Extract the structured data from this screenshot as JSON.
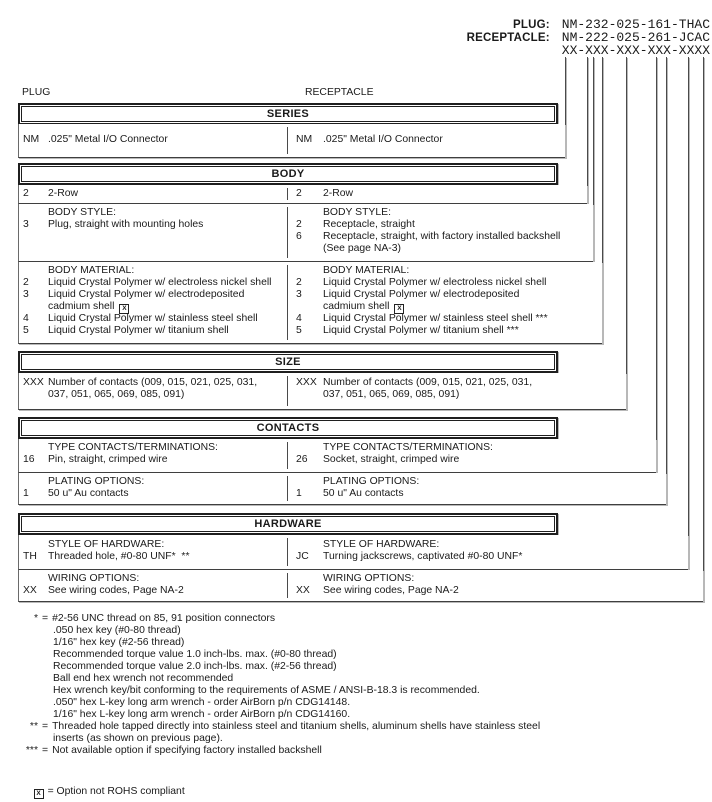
{
  "colors": {
    "ink": "#1a1a1a",
    "line": "#3f3f3f",
    "shadow": "#b8b8b8",
    "background": "#ffffff"
  },
  "pn": {
    "plug_label": "PLUG:",
    "plug_value": "NM-232-025-161-THAC",
    "receptacle_label": "RECEPTACLE:",
    "receptacle_value": "NM-222-025-261-JCAC",
    "mask_label": "",
    "mask_value": "XX-XXX-XXX-XXX-XXXX"
  },
  "col_labels": {
    "left": "PLUG",
    "right": "RECEPTACLE"
  },
  "headers": {
    "series": "SERIES",
    "body": "BODY",
    "size": "SIZE",
    "contacts": "CONTACTS",
    "hardware": "HARDWARE"
  },
  "rows": {
    "series": {
      "left": {
        "items": [
          {
            "code": "NM",
            "text": ".025\" Metal I/O Connector"
          }
        ]
      },
      "right": {
        "items": [
          {
            "code": "NM",
            "text": ".025\" Metal I/O Connector"
          }
        ]
      }
    },
    "body_row": {
      "left": {
        "items": [
          {
            "code": "2",
            "text": "2-Row"
          }
        ]
      },
      "right": {
        "items": [
          {
            "code": "2",
            "text": "2-Row"
          }
        ]
      }
    },
    "body_style": {
      "left": {
        "heading": "BODY STYLE:",
        "items": [
          {
            "code": "3",
            "text": "Plug, straight with mounting holes"
          }
        ]
      },
      "right": {
        "heading": "BODY STYLE:",
        "items": [
          {
            "code": "2",
            "text": "Receptacle, straight"
          },
          {
            "code": "6",
            "text": "Receptacle, straight, with factory installed backshell",
            "text2": "(See page NA-3)"
          }
        ]
      }
    },
    "body_material": {
      "left": {
        "heading": "BODY MATERIAL:",
        "items": [
          {
            "code": "2",
            "text": "Liquid Crystal Polymer w/ electroless nickel shell"
          },
          {
            "code": "3",
            "text": "Liquid Crystal Polymer w/ electrodeposited",
            "text2": "cadmium shell",
            "flag": "X"
          },
          {
            "code": "4",
            "text": "Liquid Crystal Polymer w/ stainless steel shell"
          },
          {
            "code": "5",
            "text": "Liquid Crystal Polymer w/ titanium shell"
          }
        ]
      },
      "right": {
        "heading": "BODY MATERIAL:",
        "items": [
          {
            "code": "2",
            "text": "Liquid Crystal Polymer w/ electroless nickel shell"
          },
          {
            "code": "3",
            "text": "Liquid Crystal Polymer w/ electrodeposited",
            "text2": "cadmium shell",
            "flag": "X"
          },
          {
            "code": "4",
            "text": "Liquid Crystal Polymer w/ stainless steel shell ***"
          },
          {
            "code": "5",
            "text": "Liquid Crystal Polymer w/ titanium shell ***"
          }
        ]
      }
    },
    "size": {
      "left": {
        "items": [
          {
            "code": "XXX",
            "text": "Number of contacts (009, 015, 021, 025, 031,",
            "text2": "037, 051, 065, 069, 085, 091)"
          }
        ]
      },
      "right": {
        "items": [
          {
            "code": "XXX",
            "text": "Number of contacts (009, 015, 021, 025, 031,",
            "text2": "037, 051, 065, 069, 085, 091)"
          }
        ]
      }
    },
    "contacts_type": {
      "left": {
        "heading": "TYPE CONTACTS/TERMINATIONS:",
        "items": [
          {
            "code": "16",
            "text": "Pin, straight, crimped wire"
          }
        ]
      },
      "right": {
        "heading": "TYPE CONTACTS/TERMINATIONS:",
        "items": [
          {
            "code": "26",
            "text": "Socket, straight, crimped wire"
          }
        ]
      }
    },
    "plating": {
      "left": {
        "heading": "PLATING OPTIONS:",
        "items": [
          {
            "code": "1",
            "text": "50 u\" Au contacts"
          }
        ]
      },
      "right": {
        "heading": "PLATING OPTIONS:",
        "items": [
          {
            "code": "1",
            "text": "50 u\" Au contacts"
          }
        ]
      }
    },
    "hardware_style": {
      "left": {
        "heading": "STYLE OF HARDWARE:",
        "items": [
          {
            "code": "TH",
            "text": "Threaded hole, #0-80 UNF*  **"
          }
        ]
      },
      "right": {
        "heading": "STYLE OF HARDWARE:",
        "items": [
          {
            "code": "JC",
            "text": "Turning jackscrews, captivated #0-80 UNF*"
          }
        ]
      }
    },
    "wiring": {
      "left": {
        "heading": "WIRING OPTIONS:",
        "items": [
          {
            "code": "XX",
            "text": "See wiring codes, Page NA-2"
          }
        ]
      },
      "right": {
        "heading": "WIRING OPTIONS:",
        "items": [
          {
            "code": "XX",
            "text": "See wiring codes, Page NA-2"
          }
        ]
      }
    }
  },
  "footnotes": [
    {
      "marker": "*",
      "eq": "=",
      "lines": [
        "#2-56 UNC thread on 85, 91 position connectors",
        ".050 hex key (#0-80 thread)",
        "1/16\" hex key (#2-56 thread)",
        "Recommended torque value 1.0 inch-lbs. max. (#0-80 thread)",
        "Recommended torque value 2.0 inch-lbs. max. (#2-56 thread)",
        "Ball end hex wrench not recommended",
        "Hex wrench key/bit conforming to the requirements of ASME / ANSI-B-18.3 is recommended.",
        ".050\" hex L-key long arm wrench - order AirBorn p/n CDG14148.",
        "1/16\" hex L-key long arm wrench - order AirBorn p/n CDG14160."
      ]
    },
    {
      "marker": "**",
      "eq": "=",
      "lines": [
        "Threaded hole tapped directly into stainless steel and titanium shells, aluminum shells have stainless steel",
        "inserts (as shown on previous page)."
      ]
    },
    {
      "marker": "***",
      "eq": "=",
      "lines": [
        "Not available option if specifying factory installed backshell"
      ]
    }
  ],
  "rohs": {
    "flag": "X",
    "text": "= Option not ROHS compliant"
  }
}
